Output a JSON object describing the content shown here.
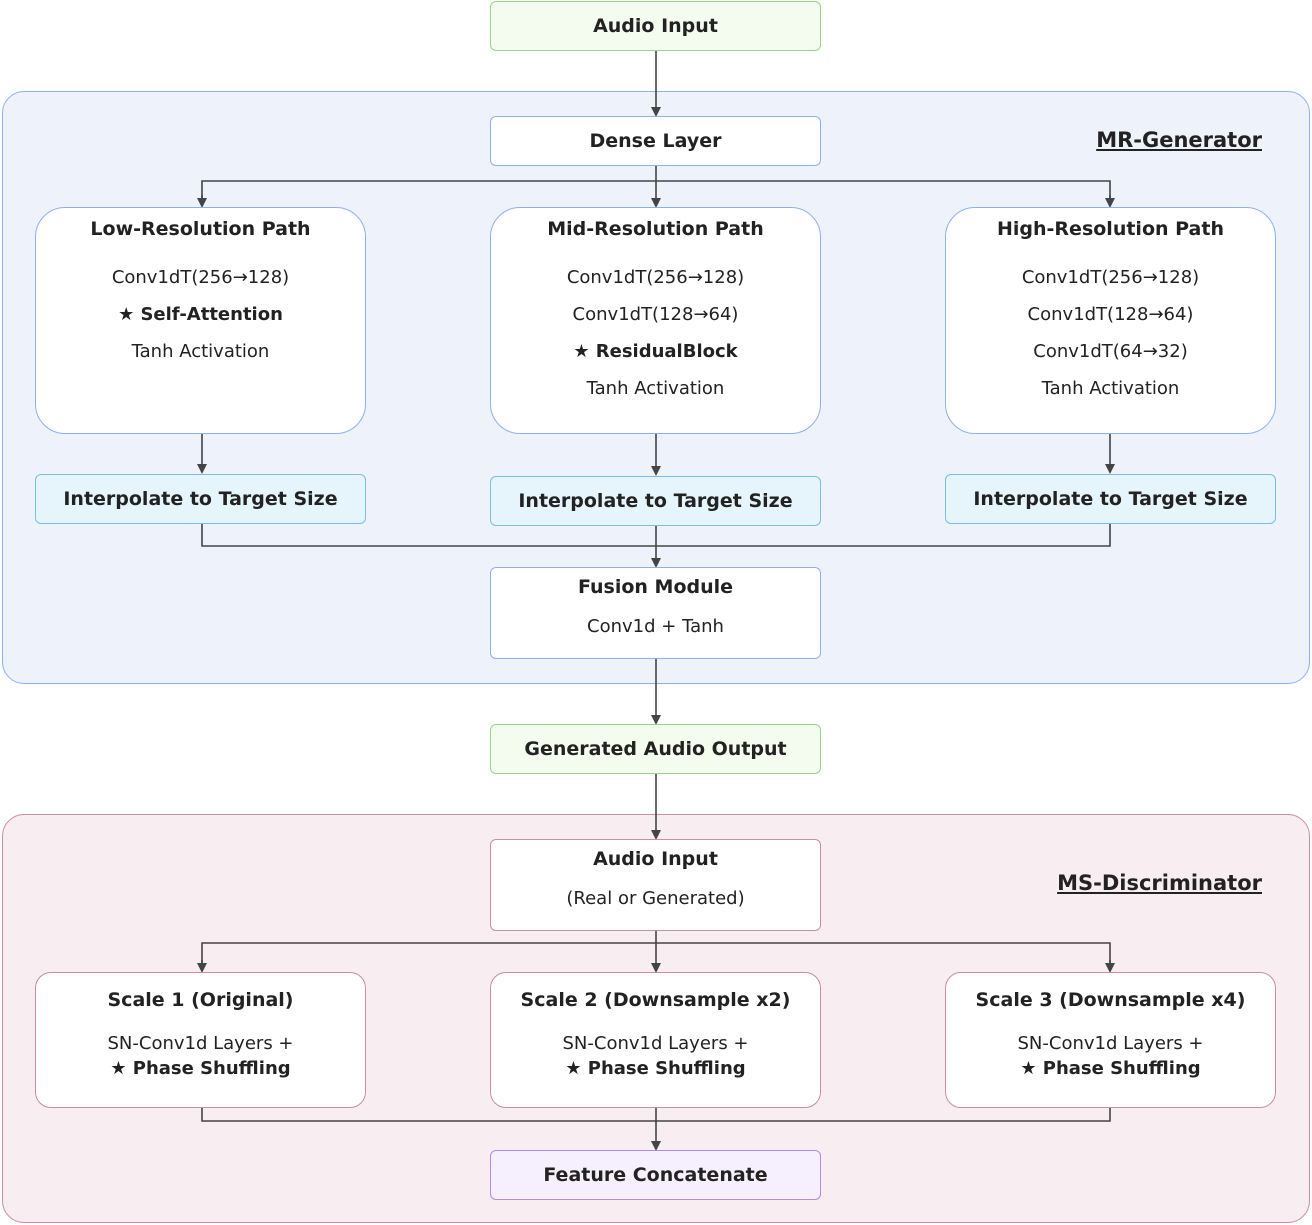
{
  "top_input": "Audio Input",
  "generator": {
    "title": "MR-Generator",
    "dense": "Dense Layer",
    "paths": [
      {
        "title": "Low-Resolution Path",
        "lines": [
          {
            "text": "Conv1dT(256→128)",
            "bold": false
          },
          {
            "text": "★ Self-Attention",
            "bold": true
          },
          {
            "text": "Tanh Activation",
            "bold": false
          }
        ]
      },
      {
        "title": "Mid-Resolution Path",
        "lines": [
          {
            "text": "Conv1dT(256→128)",
            "bold": false
          },
          {
            "text": "Conv1dT(128→64)",
            "bold": false
          },
          {
            "text": "★ ResidualBlock",
            "bold": true
          },
          {
            "text": "Tanh Activation",
            "bold": false
          }
        ]
      },
      {
        "title": "High-Resolution Path",
        "lines": [
          {
            "text": "Conv1dT(256→128)",
            "bold": false
          },
          {
            "text": "Conv1dT(128→64)",
            "bold": false
          },
          {
            "text": "Conv1dT(64→32)",
            "bold": false
          },
          {
            "text": "Tanh Activation",
            "bold": false
          }
        ]
      }
    ],
    "interpolate": "Interpolate to Target Size",
    "fusion_title": "Fusion Module",
    "fusion_detail": "Conv1d + Tanh"
  },
  "generated_output": "Generated Audio Output",
  "discriminator": {
    "title": "MS-Discriminator",
    "input_title": "Audio Input",
    "input_detail": "(Real or Generated)",
    "scales": [
      {
        "title": "Scale 1 (Original)",
        "line1": "SN-Conv1d Layers +",
        "line2": "★ Phase Shuffling"
      },
      {
        "title": "Scale 2 (Downsample x2)",
        "line1": "SN-Conv1d Layers +",
        "line2": "★ Phase Shuffling"
      },
      {
        "title": "Scale 3 (Downsample x4)",
        "line1": "SN-Conv1d Layers +",
        "line2": "★ Phase Shuffling"
      }
    ],
    "concat": "Feature Concatenate"
  }
}
